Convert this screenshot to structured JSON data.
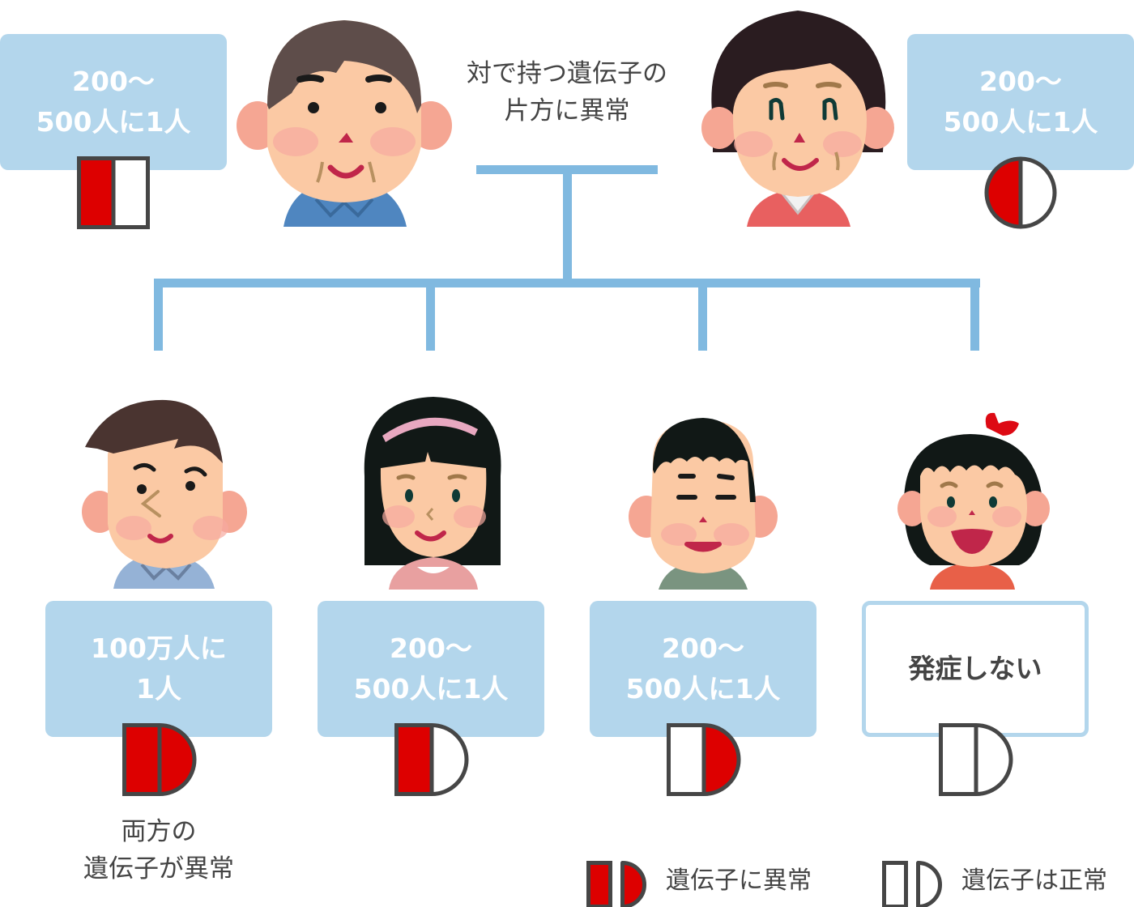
{
  "colors": {
    "box_fill": "#b3d6ec",
    "line": "#80b9e0",
    "abnormal_red": "#dd0000",
    "stroke_dark": "#464646",
    "text_dark": "#444444"
  },
  "parents": {
    "caption": [
      "対で持つ遺伝子の",
      "片方に異常"
    ],
    "father": {
      "illustration": "father-face-illustration",
      "box_lines": [
        "200〜",
        "500人に1人"
      ],
      "symbol": "square-left-half-red"
    },
    "mother": {
      "illustration": "mother-face-illustration",
      "box_lines": [
        "200〜",
        "500人に1人"
      ],
      "symbol": "circle-left-half-red"
    }
  },
  "children": [
    {
      "illustration": "boy-face-illustration",
      "box_lines": [
        "100万人に",
        "1人"
      ],
      "box_style": "filled",
      "symbol": "d-both-red",
      "note": [
        "両方の",
        "遺伝子が異常"
      ]
    },
    {
      "illustration": "girl-headband-face-illustration",
      "box_lines": [
        "200〜",
        "500人に1人"
      ],
      "box_style": "filled",
      "symbol": "d-left-red"
    },
    {
      "illustration": "boy-smiling-face-illustration",
      "box_lines": [
        "200〜",
        "500人に1人"
      ],
      "box_style": "filled",
      "symbol": "d-right-red"
    },
    {
      "illustration": "girl-ribbon-face-illustration",
      "box_lines": [
        "発症しない"
      ],
      "box_style": "outline",
      "symbol": "d-none-red"
    }
  ],
  "legend": [
    {
      "symbol": "abnormal-gene-icon",
      "label": "遺伝子に異常"
    },
    {
      "symbol": "normal-gene-icon",
      "label": "遺伝子は正常"
    }
  ]
}
